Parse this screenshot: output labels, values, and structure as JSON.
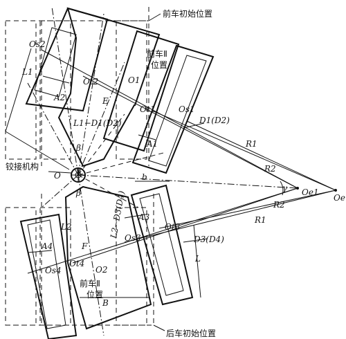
{
  "labels": {
    "front_initial": "前车初始位置",
    "front_ii": "前车Ⅱ",
    "position": "位置",
    "rear_initial": "后车初始位置",
    "hinge": "铰接机构",
    "rear_ii": "前车Ⅱ",
    "rear_position": "位置",
    "Os2": "Os2",
    "Ot2": "Ot2",
    "O1": "O1",
    "Ot1": "Ot1",
    "Os1": "Os1",
    "E": "E",
    "L1": "L1",
    "A2": "A2",
    "A1": "A1",
    "L1D1D2": "L1−D1(D2)",
    "D1D2": "D1(D2)",
    "R1a": "R1",
    "R2a": "R2",
    "beta1": "β",
    "beta2": "β",
    "b": "b",
    "O": "O",
    "gamma": "γ",
    "Oe1": "Oe1",
    "Oe": "Oe",
    "R2b": "R2",
    "R1b": "R1",
    "L2": "L2",
    "L2D3D4": "L2−D3(D4)",
    "A3": "A3",
    "Ot3": "Ot3",
    "Os3": "Os3",
    "D3D4": "D3(D4)",
    "F": "F",
    "A4": "A4",
    "Os4": "Os4",
    "Ot4": "Ot4",
    "O2": "O2",
    "L": "L",
    "B": "B"
  }
}
